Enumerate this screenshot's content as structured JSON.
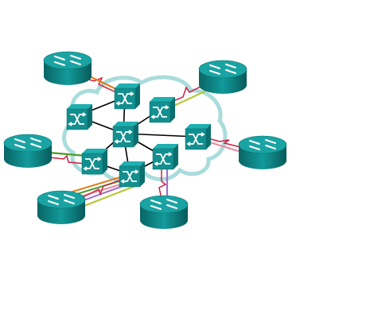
{
  "diagram": {
    "kind": "network-topology",
    "cloud": {
      "role": "wan-cloud"
    },
    "colors": {
      "router_body": "#0f8a8a",
      "router_top": "#1aa3a3",
      "router_dark": "#0b6f6f",
      "switch_front": "#138f8f",
      "switch_top": "#1fb0b0",
      "switch_side": "#0b6f6f",
      "cloud_outline": "#aadcdc",
      "link_black": "#000000",
      "link_red": "#cc1f3f",
      "link_orange": "#e07a1a",
      "link_green": "#4a9a2a",
      "link_purple": "#a070c8",
      "link_lime": "#b8c83a",
      "link_pink": "#e88aa0"
    },
    "routers": [
      {
        "id": "r-top-left",
        "icon": "router-icon"
      },
      {
        "id": "r-top-right",
        "icon": "router-icon"
      },
      {
        "id": "r-left",
        "icon": "router-icon"
      },
      {
        "id": "r-right",
        "icon": "router-icon"
      },
      {
        "id": "r-bottom-left",
        "icon": "router-icon"
      },
      {
        "id": "r-bottom",
        "icon": "router-icon"
      }
    ],
    "switches": [
      {
        "id": "s-top",
        "icon": "switch-icon"
      },
      {
        "id": "s-upper-left",
        "icon": "switch-icon"
      },
      {
        "id": "s-upper-right",
        "icon": "switch-icon"
      },
      {
        "id": "s-center",
        "icon": "switch-icon"
      },
      {
        "id": "s-right",
        "icon": "switch-icon"
      },
      {
        "id": "s-left",
        "icon": "switch-icon"
      },
      {
        "id": "s-bottom-left",
        "icon": "switch-icon"
      },
      {
        "id": "s-bottom-right",
        "icon": "switch-icon"
      }
    ]
  }
}
